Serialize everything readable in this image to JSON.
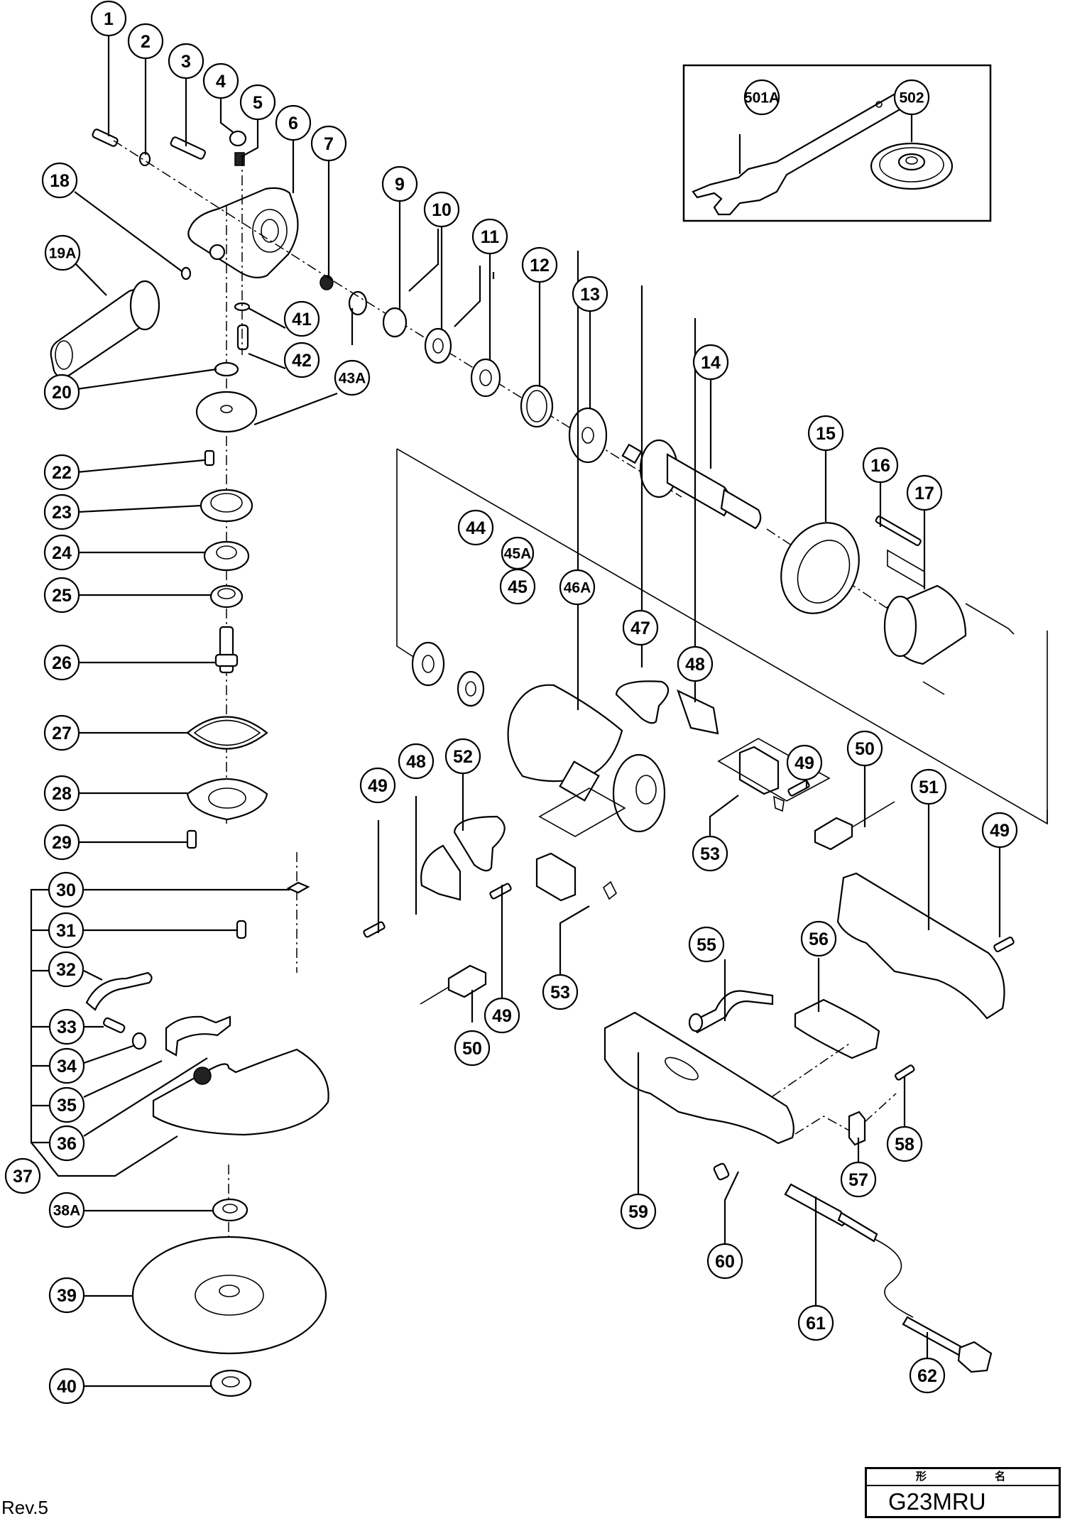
{
  "document": {
    "type": "exploded parts diagram",
    "model": "G23MRU",
    "revision": "Rev.5",
    "title_box_header": "形  名"
  },
  "accessories_box": {
    "items": [
      {
        "label": "501A",
        "part": "wrench"
      },
      {
        "label": "502",
        "part": "wheel-nut-flange"
      }
    ]
  },
  "callouts": [
    {
      "id": "c1",
      "label": "1"
    },
    {
      "id": "c2",
      "label": "2"
    },
    {
      "id": "c3",
      "label": "3"
    },
    {
      "id": "c4",
      "label": "4"
    },
    {
      "id": "c5",
      "label": "5"
    },
    {
      "id": "c6",
      "label": "6"
    },
    {
      "id": "c7",
      "label": "7"
    },
    {
      "id": "c9",
      "label": "9"
    },
    {
      "id": "c10",
      "label": "10"
    },
    {
      "id": "c11",
      "label": "11"
    },
    {
      "id": "c12",
      "label": "12"
    },
    {
      "id": "c13",
      "label": "13"
    },
    {
      "id": "c14",
      "label": "14"
    },
    {
      "id": "c15",
      "label": "15"
    },
    {
      "id": "c16",
      "label": "16"
    },
    {
      "id": "c17",
      "label": "17"
    },
    {
      "id": "c18",
      "label": "18"
    },
    {
      "id": "c19A",
      "label": "19A"
    },
    {
      "id": "c20",
      "label": "20"
    },
    {
      "id": "c22",
      "label": "22"
    },
    {
      "id": "c23",
      "label": "23"
    },
    {
      "id": "c24",
      "label": "24"
    },
    {
      "id": "c25",
      "label": "25"
    },
    {
      "id": "c26",
      "label": "26"
    },
    {
      "id": "c27",
      "label": "27"
    },
    {
      "id": "c28",
      "label": "28"
    },
    {
      "id": "c29",
      "label": "29"
    },
    {
      "id": "c30",
      "label": "30"
    },
    {
      "id": "c31",
      "label": "31"
    },
    {
      "id": "c32",
      "label": "32"
    },
    {
      "id": "c33",
      "label": "33"
    },
    {
      "id": "c34",
      "label": "34"
    },
    {
      "id": "c35",
      "label": "35"
    },
    {
      "id": "c36",
      "label": "36"
    },
    {
      "id": "c37",
      "label": "37"
    },
    {
      "id": "c38A",
      "label": "38A"
    },
    {
      "id": "c39",
      "label": "39"
    },
    {
      "id": "c40",
      "label": "40"
    },
    {
      "id": "c41",
      "label": "41"
    },
    {
      "id": "c42",
      "label": "42"
    },
    {
      "id": "c43A",
      "label": "43A"
    },
    {
      "id": "c44",
      "label": "44"
    },
    {
      "id": "c45A",
      "label": "45A"
    },
    {
      "id": "c45",
      "label": "45"
    },
    {
      "id": "c46A",
      "label": "46A"
    },
    {
      "id": "c47",
      "label": "47"
    },
    {
      "id": "c48a",
      "label": "48"
    },
    {
      "id": "c48b",
      "label": "48"
    },
    {
      "id": "c49a",
      "label": "49"
    },
    {
      "id": "c49b",
      "label": "49"
    },
    {
      "id": "c49c",
      "label": "49"
    },
    {
      "id": "c49d",
      "label": "49"
    },
    {
      "id": "c50a",
      "label": "50"
    },
    {
      "id": "c50b",
      "label": "50"
    },
    {
      "id": "c51",
      "label": "51"
    },
    {
      "id": "c52",
      "label": "52"
    },
    {
      "id": "c53a",
      "label": "53"
    },
    {
      "id": "c53b",
      "label": "53"
    },
    {
      "id": "c55",
      "label": "55"
    },
    {
      "id": "c56",
      "label": "56"
    },
    {
      "id": "c57",
      "label": "57"
    },
    {
      "id": "c58",
      "label": "58"
    },
    {
      "id": "c59",
      "label": "59"
    },
    {
      "id": "c60",
      "label": "60"
    },
    {
      "id": "c61",
      "label": "61"
    },
    {
      "id": "c62",
      "label": "62"
    },
    {
      "id": "c501A",
      "label": "501A"
    },
    {
      "id": "c502",
      "label": "502"
    }
  ]
}
